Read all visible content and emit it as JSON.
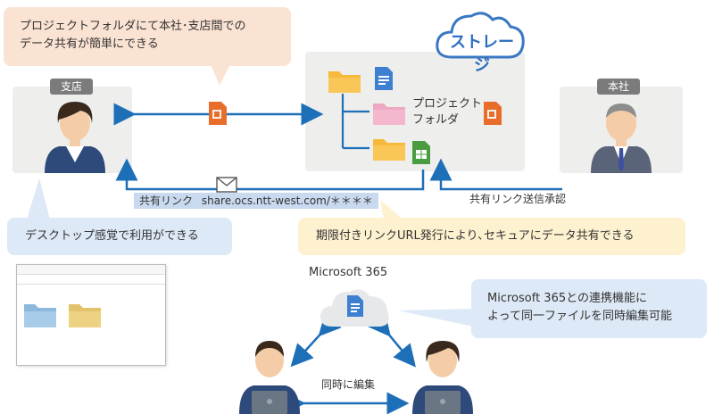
{
  "bubbles": {
    "top_left": "プロジェクトフォルダにて本社･支店間での\nデータ共有が簡単にできる",
    "desktop": "デスクトップ感覚で利用ができる",
    "expiry": "期限付きリンクURL発行により､セキュアにデータ共有できる",
    "microsoft": "Microsoft 365との連携機能に\nよって同一ファイルを同時編集可能"
  },
  "cloud_label": "ストレージ",
  "branch_label": "支店",
  "hq_label": "本社",
  "folder_label": "プロジェクト\nフォルダ",
  "share_link_label": "共有リンク",
  "share_link_url": "share.ocs.ntt-west.com/＊＊＊＊",
  "share_link_approval": "共有リンク送信承認",
  "ms365_label": "Microsoft 365",
  "simultaneous_edit": "同時に編集",
  "colors": {
    "arrow": "#1d6fb8",
    "folder": "#f6b93b",
    "folder_pink": "#f3b8cd",
    "doc": "#3d7fd1",
    "office": "#e86d2a"
  }
}
